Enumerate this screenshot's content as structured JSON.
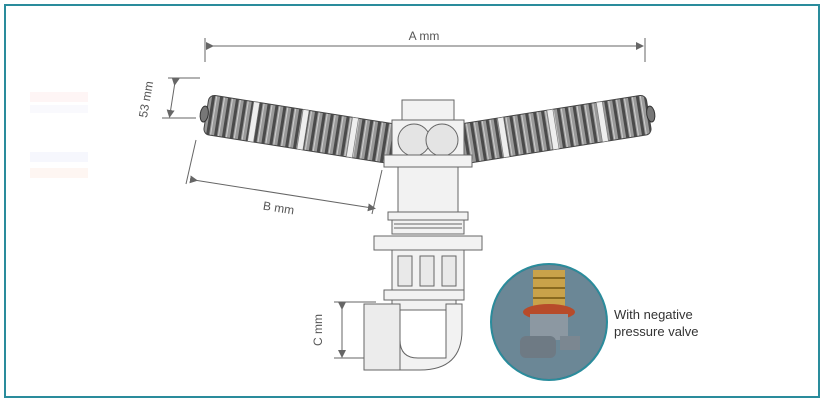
{
  "colors": {
    "frame": "#2a8c9c",
    "line": "#777777",
    "hose_fill": "#8a8a8a",
    "hose_dark": "#4a4a4a",
    "body_fill": "#f2f2f2",
    "inset_bg": "#3a5c6e"
  },
  "labels": {
    "dim_a": "A mm",
    "dim_b": "B mm",
    "dim_53": "53 mm",
    "dim_c": "C mm"
  },
  "inset": {
    "caption_line1": "With negative",
    "caption_line2": "pressure valve"
  },
  "icons": {
    "hose_left": "corrugated-hose-icon",
    "hose_right": "corrugated-hose-icon",
    "valve_photo": "negative-pressure-valve-photo"
  }
}
